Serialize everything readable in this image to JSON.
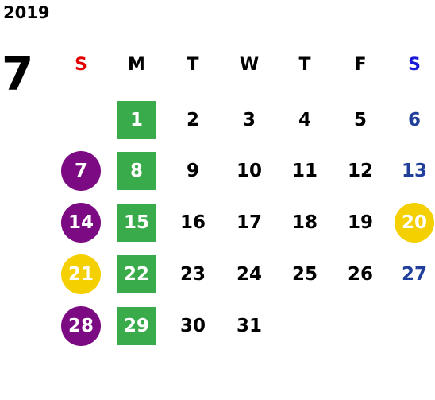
{
  "calendar": {
    "year": "2019",
    "month": "7",
    "weekday_headers": [
      {
        "label": "S",
        "color": "#e30000"
      },
      {
        "label": "M",
        "color": "#000000"
      },
      {
        "label": "T",
        "color": "#000000"
      },
      {
        "label": "W",
        "color": "#000000"
      },
      {
        "label": "T",
        "color": "#000000"
      },
      {
        "label": "F",
        "color": "#000000"
      },
      {
        "label": "S",
        "color": "#1a1ad8"
      }
    ],
    "day_colors": {
      "default": "#000000",
      "saturday": "#1f3f9a",
      "sunday_marker": "#7c0a82",
      "monday_marker": "#3aab4a",
      "holiday_marker": "#f5d000"
    },
    "weeks": [
      [
        {
          "day": ""
        },
        {
          "day": "1",
          "marker": "green-square"
        },
        {
          "day": "2"
        },
        {
          "day": "3"
        },
        {
          "day": "4"
        },
        {
          "day": "5"
        },
        {
          "day": "6",
          "style": "saturday"
        }
      ],
      [
        {
          "day": "7",
          "marker": "purple-circle"
        },
        {
          "day": "8",
          "marker": "green-square"
        },
        {
          "day": "9"
        },
        {
          "day": "10"
        },
        {
          "day": "11"
        },
        {
          "day": "12"
        },
        {
          "day": "13",
          "style": "saturday"
        }
      ],
      [
        {
          "day": "14",
          "marker": "purple-circle"
        },
        {
          "day": "15",
          "marker": "green-square"
        },
        {
          "day": "16"
        },
        {
          "day": "17"
        },
        {
          "day": "18"
        },
        {
          "day": "19"
        },
        {
          "day": "20",
          "marker": "yellow-circle"
        }
      ],
      [
        {
          "day": "21",
          "marker": "yellow-circle"
        },
        {
          "day": "22",
          "marker": "green-square"
        },
        {
          "day": "23"
        },
        {
          "day": "24"
        },
        {
          "day": "25"
        },
        {
          "day": "26"
        },
        {
          "day": "27",
          "style": "saturday"
        }
      ],
      [
        {
          "day": "28",
          "marker": "purple-circle"
        },
        {
          "day": "29",
          "marker": "green-square"
        },
        {
          "day": "30"
        },
        {
          "day": "31"
        },
        {
          "day": ""
        },
        {
          "day": ""
        },
        {
          "day": ""
        }
      ]
    ]
  }
}
